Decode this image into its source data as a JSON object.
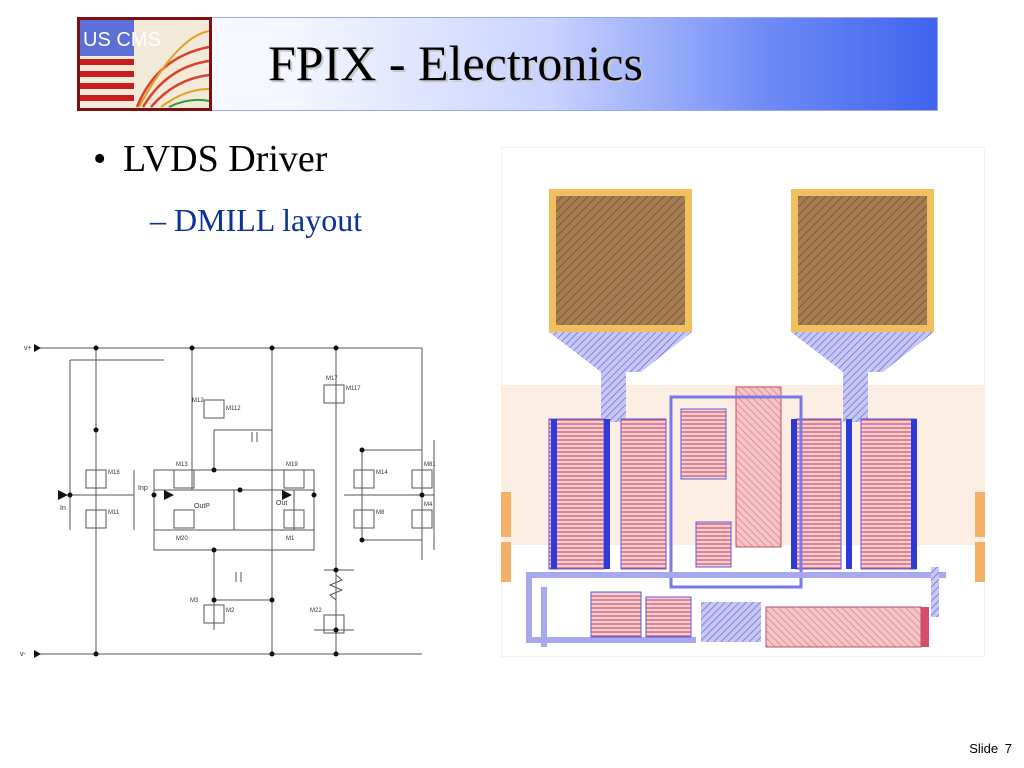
{
  "header": {
    "title": "FPIX - Electronics",
    "logo_text": "US CMS"
  },
  "content": {
    "bullet": "LVDS Driver",
    "sub_bullet": "– DMILL layout"
  },
  "schematic": {
    "labels": {
      "vplus": "v+",
      "vminus": "v-",
      "input": "In",
      "inp": "Inp",
      "out": "Out",
      "outp": "OutP"
    },
    "transistors": [
      "M18",
      "M11",
      "M17",
      "M117",
      "M12",
      "M112",
      "M13",
      "M20",
      "M19",
      "M1",
      "M14",
      "M81",
      "M8",
      "M4",
      "M3",
      "M2",
      "M22"
    ]
  },
  "footer": {
    "slide_label": "Slide",
    "slide_number": "7"
  }
}
